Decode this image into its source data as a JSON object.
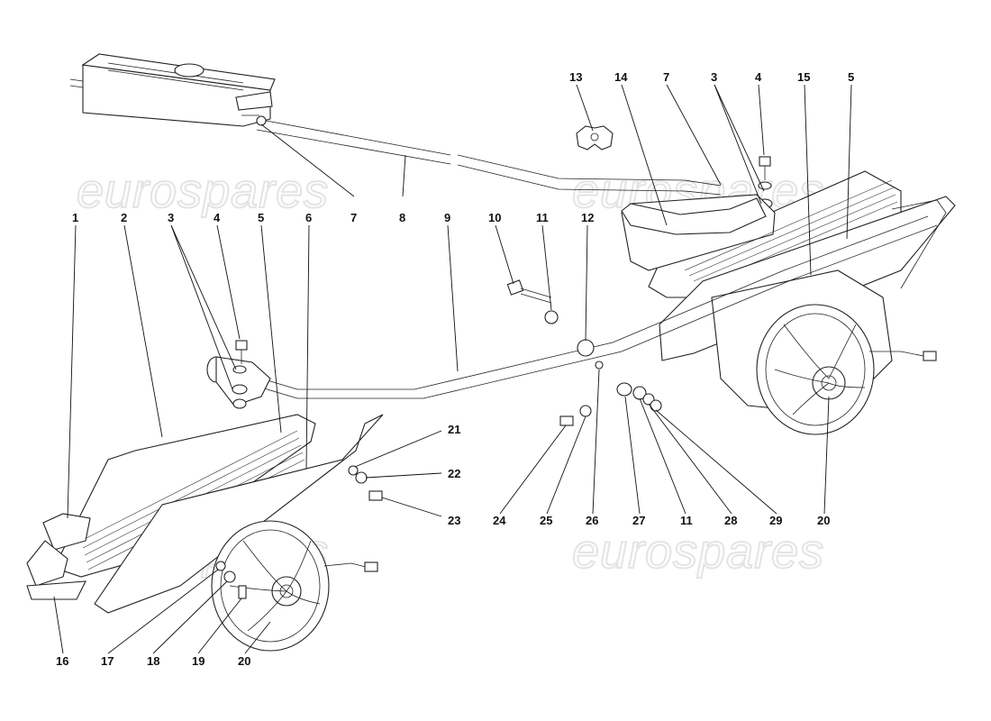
{
  "watermark": {
    "text": "eurospares"
  },
  "callouts": {
    "top": [
      "13",
      "14",
      "7",
      "3",
      "4",
      "15",
      "5"
    ],
    "upper_row": [
      "1",
      "2",
      "3",
      "4",
      "5",
      "6",
      "7",
      "8",
      "9",
      "10",
      "11",
      "12"
    ],
    "right_side": [
      "21",
      "22",
      "23"
    ],
    "bottom_right": [
      "24",
      "25",
      "26",
      "27",
      "11",
      "28",
      "29",
      "20"
    ],
    "bottom_left": [
      "16",
      "17",
      "18",
      "19",
      "20"
    ]
  }
}
